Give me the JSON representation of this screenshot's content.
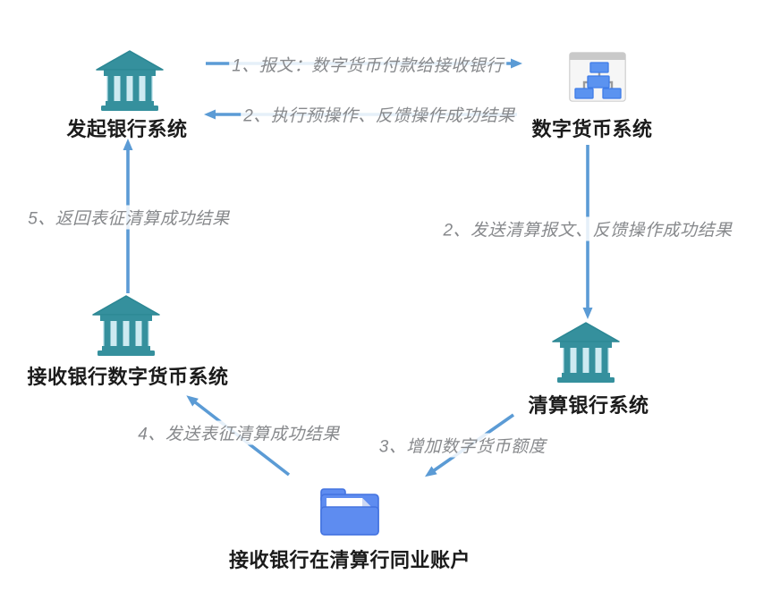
{
  "colors": {
    "arrow_blue": "#5B9BD5",
    "edge_label_text": "#87898C",
    "node_label_text": "#1B1B1B",
    "bank_teal": "#35909D",
    "bank_light_blue": "#CDEAF1",
    "org_chart_box_blue": "#5B93F0",
    "org_chart_header_gray": "#C9C9C9",
    "folder_blue": "#5E8CF0",
    "folder_border_blue": "#4473E0"
  },
  "nodes": {
    "initiating_bank": {
      "label": "发起银行系统",
      "icon": "bank-icon"
    },
    "digital_currency_system": {
      "label": "数字货币系统",
      "icon": "org-chart-icon"
    },
    "receiving_bank_dcs": {
      "label": "接收银行数字货币系统",
      "icon": "bank-icon"
    },
    "clearing_bank": {
      "label": "清算银行系统",
      "icon": "bank-icon"
    },
    "interbank_account": {
      "label": "接收银行在清算行同业账户",
      "icon": "folder-icon"
    }
  },
  "edges": {
    "e1": {
      "label": "1、报文：数字货币付款给接收银行",
      "from": "发起银行系统",
      "to": "数字货币系统",
      "direction": "right"
    },
    "e2": {
      "label": "2、执行预操作、反馈操作成功结果",
      "from": "数字货币系统",
      "to": "发起银行系统",
      "direction": "left"
    },
    "e3": {
      "label": "2、发送清算报文、反馈操作成功结果",
      "from": "数字货币系统",
      "to": "清算银行系统",
      "direction": "down"
    },
    "e4": {
      "label": "3、增加数字货币额度",
      "from": "清算银行系统",
      "to": "接收银行在清算行同业账户",
      "direction": "down-left"
    },
    "e5": {
      "label": "4、发送表征清算成功结果",
      "from": "接收银行在清算行同业账户",
      "to": "接收银行数字货币系统",
      "direction": "up-left"
    },
    "e6": {
      "label": "5、返回表征清算成功结果",
      "from": "接收银行数字货币系统",
      "to": "发起银行系统",
      "direction": "up"
    }
  }
}
